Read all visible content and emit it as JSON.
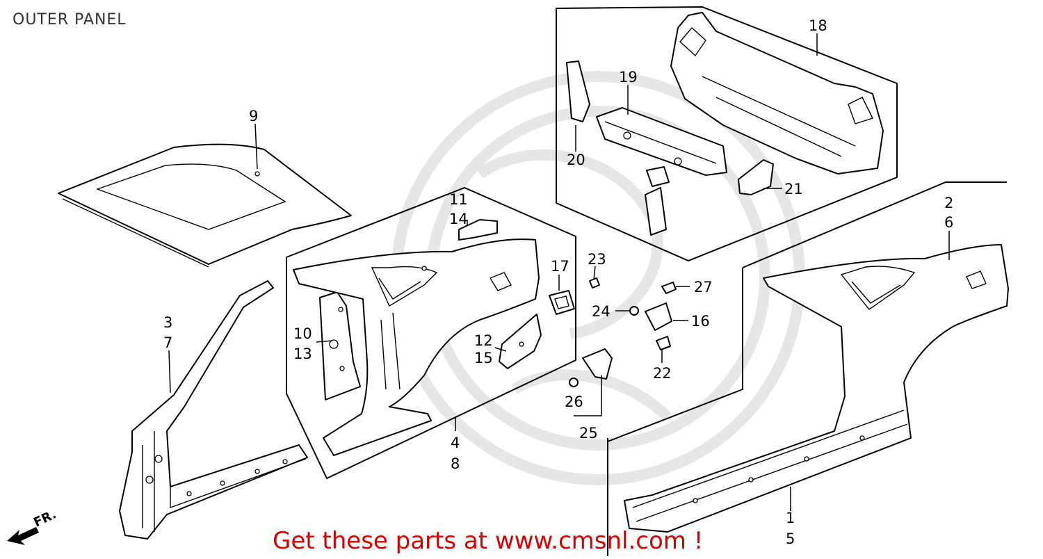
{
  "title": "OUTER PANEL",
  "promo": "Get these parts at www.cmsnl.com !",
  "fr_label": "FR.",
  "callouts": {
    "c1": "1",
    "c2": "2",
    "c3": "3",
    "c4": "4",
    "c5": "5",
    "c6": "6",
    "c7": "7",
    "c8": "8",
    "c9": "9",
    "c10": "10",
    "c11": "11",
    "c12": "12",
    "c13": "13",
    "c14": "14",
    "c15": "15",
    "c16": "16",
    "c17": "17",
    "c18": "18",
    "c19": "19",
    "c20": "20",
    "c21": "21",
    "c22": "22",
    "c23": "23",
    "c24": "24",
    "c25": "25",
    "c26": "26",
    "c27": "27"
  }
}
